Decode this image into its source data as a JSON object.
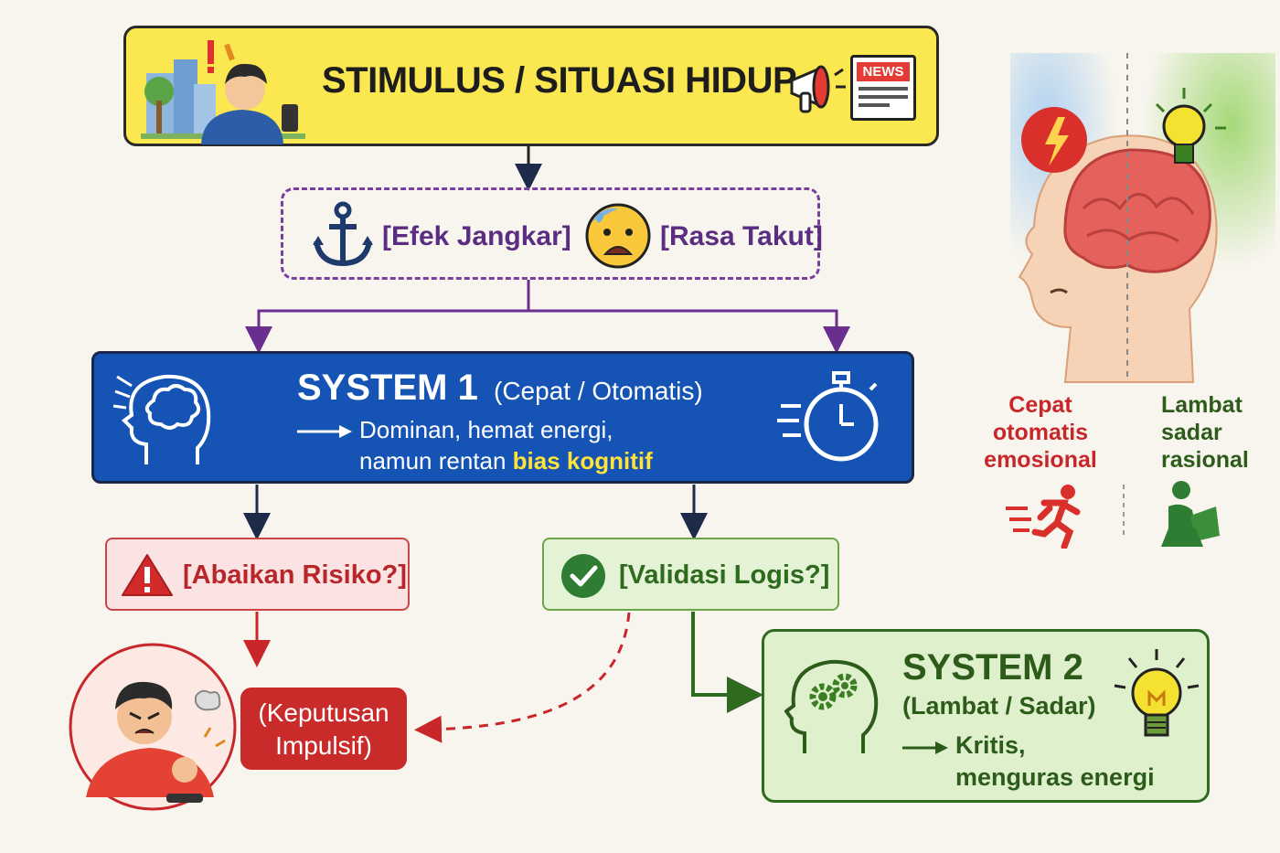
{
  "stimulus": {
    "title": "STIMULUS / SITUASI HIDUP",
    "news_label": "NEWS"
  },
  "bias": {
    "anchor_label": "[Efek Jangkar]",
    "fear_label": "[Rasa Takut]"
  },
  "system1": {
    "title": "SYSTEM 1",
    "subtitle": "(Cepat / Otomatis)",
    "line1": "Dominan, hemat energi,",
    "line2_prefix": "namun rentan ",
    "line2_highlight": "bias kognitif"
  },
  "risk": {
    "label": "[Abaikan Risiko?]"
  },
  "validation": {
    "label": "[Validasi Logis?]"
  },
  "impulse": {
    "line1": "(Keputusan",
    "line2": "Impulsif)"
  },
  "system2": {
    "title": "SYSTEM 2",
    "subtitle": "(Lambat / Sadar)",
    "line1": "Kritis,",
    "line2": "menguras energi"
  },
  "side": {
    "left_lines": [
      "Cepat",
      "otomatis",
      "emosional"
    ],
    "right_lines": [
      "Lambat",
      "sadar",
      "rasional"
    ]
  },
  "colors": {
    "stimulus_bg": "#fbe74f",
    "system1_bg": "#1554b4",
    "system2_bg": "#dff0cc",
    "risk_red": "#c9262a",
    "bias_purple": "#7a3f9e",
    "highlight_yellow": "#ffe23a"
  }
}
